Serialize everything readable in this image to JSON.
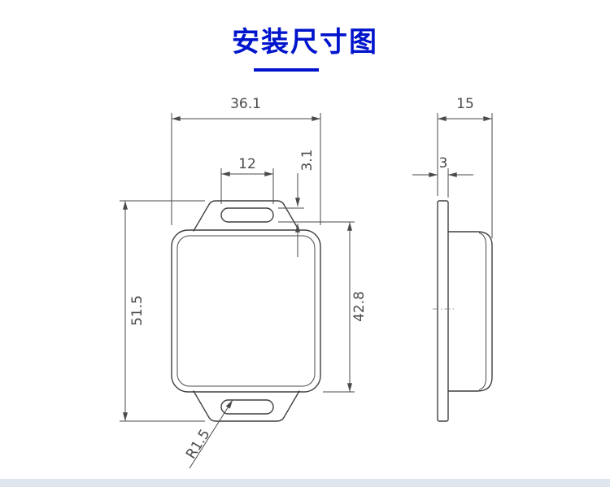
{
  "theme": {
    "accent": "#0014cc"
  },
  "title": {
    "text": "安装尺寸图"
  },
  "front_view": {
    "width": "36.1",
    "slot_width": "12",
    "slot_height": "3.1",
    "overall_height": "51.5",
    "body_height": "42.8",
    "fillet_radius": "R1.5"
  },
  "side_view": {
    "depth": "15",
    "flange_thickness": "3"
  }
}
